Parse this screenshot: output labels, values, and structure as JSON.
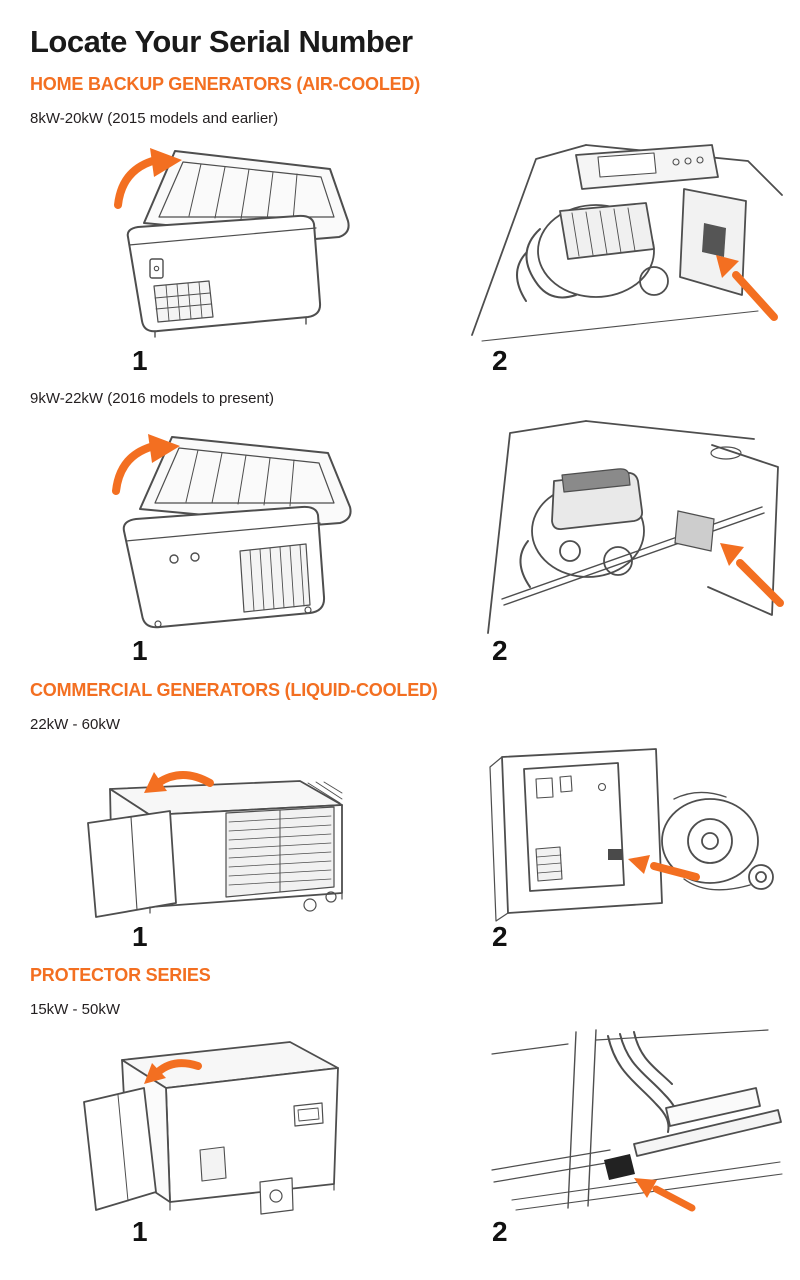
{
  "page": {
    "title": "Locate Your Serial Number"
  },
  "colors": {
    "accent_orange": "#f36f21",
    "line_art_gray": "#4e4e4e",
    "label_dark": "#4a4a4a"
  },
  "icons": {
    "curved_arrow": "open-lid-arrow-icon",
    "pointer_arrow": "serial-pointer-arrow-icon"
  },
  "sections": [
    {
      "heading": "HOME BACKUP GENERATORS (AIR-COOLED)",
      "groups": [
        {
          "subtitle": "8kW-20kW (2015 models and earlier)",
          "steps": [
            "1",
            "2"
          ]
        },
        {
          "subtitle": "9kW-22kW (2016 models to present)",
          "steps": [
            "1",
            "2"
          ]
        }
      ]
    },
    {
      "heading": "COMMERCIAL GENERATORS (LIQUID-COOLED)",
      "groups": [
        {
          "subtitle": "22kW - 60kW",
          "steps": [
            "1",
            "2"
          ]
        }
      ]
    },
    {
      "heading": "PROTECTOR SERIES",
      "groups": [
        {
          "subtitle": "15kW - 50kW",
          "steps": [
            "1",
            "2"
          ]
        }
      ]
    }
  ]
}
